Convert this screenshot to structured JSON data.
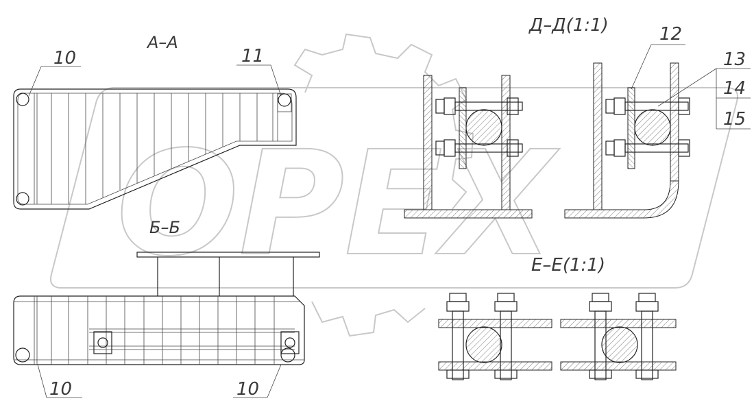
{
  "views": {
    "aa": {
      "title": "А–А"
    },
    "bb": {
      "title": "Б–Б"
    },
    "dd": {
      "title": "Д–Д(1:1)"
    },
    "ee": {
      "title": "Е–Е(1:1)"
    }
  },
  "callouts": {
    "aa_left": "10",
    "aa_right": "11",
    "bb_left": "10",
    "bb_right": "10",
    "dd_12": "12",
    "dd_13": "13",
    "dd_14": "14",
    "dd_15": "15"
  },
  "watermark": {
    "text": "OPEX"
  }
}
